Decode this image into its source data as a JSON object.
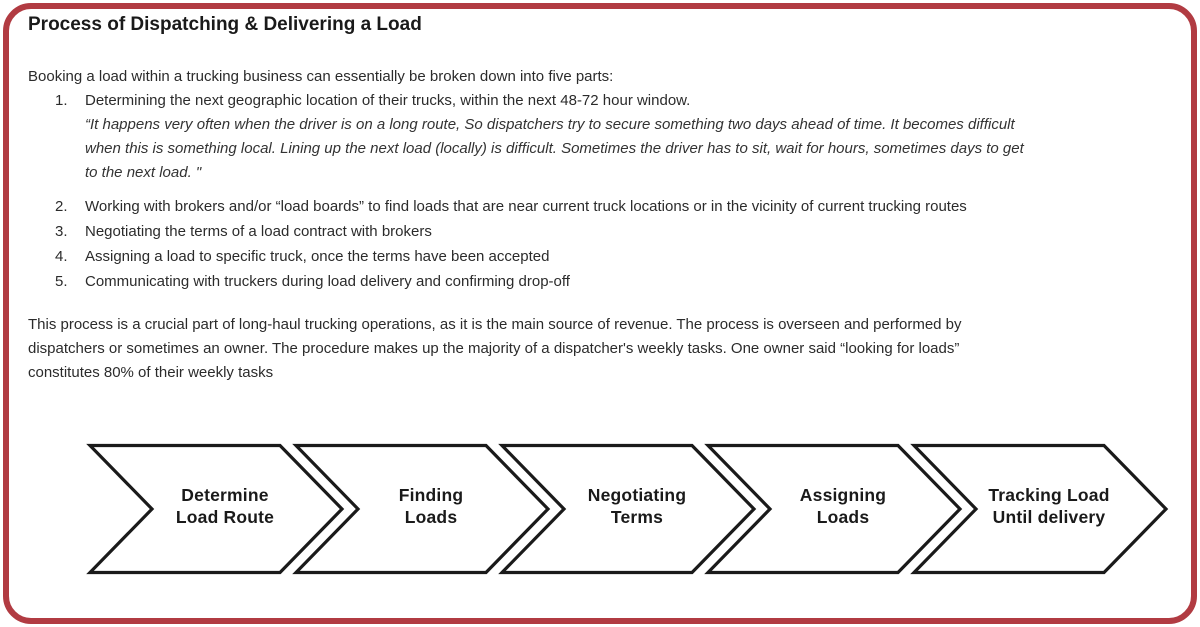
{
  "colors": {
    "accent_border": "#B13B42",
    "diagram_stroke": "#1A1A1A",
    "body_text": "#2B2B2B"
  },
  "title": "Process of Dispatching & Delivering a Load",
  "intro": "Booking a load within a trucking business can essentially be broken down into five parts:",
  "list": [
    {
      "number": "1.",
      "text": "Determining the next geographic location of their trucks, within the next 48-72 hour window.",
      "quote_lines": [
        "“It happens very often when the driver is on a long route,  So dispatchers try to secure something two days ahead of time. It becomes difficult",
        "when this is something local. Lining up the next load (locally) is difficult. Sometimes the driver has to sit, wait for hours, sometimes days to get",
        "to the next load. \""
      ]
    },
    {
      "number": "2.",
      "text": "Working with brokers and/or “load boards” to find loads that are near current truck locations or in the vicinity of current trucking routes"
    },
    {
      "number": "3.",
      "text": "Negotiating the terms of a load contract with brokers"
    },
    {
      "number": "4.",
      "text": "Assigning a load to specific truck, once the terms have been accepted"
    },
    {
      "number": "5.",
      "text": "Communicating with truckers during load delivery and confirming drop-off"
    }
  ],
  "closing_lines": [
    "This process is a crucial part of long-haul trucking operations, as it is the main source of revenue.  The process is overseen and performed by",
    "dispatchers or sometimes an owner. The procedure makes up the majority of a dispatcher's weekly tasks. One owner said “looking for loads”",
    "constitutes 80% of their weekly tasks"
  ],
  "process_steps": [
    {
      "line1": "Determine",
      "line2": "Load Route"
    },
    {
      "line1": "Finding",
      "line2": "Loads"
    },
    {
      "line1": "Negotiating",
      "line2": "Terms"
    },
    {
      "line1": "Assigning",
      "line2": "Loads"
    },
    {
      "line1": "Tracking Load",
      "line2": "Until delivery"
    }
  ]
}
